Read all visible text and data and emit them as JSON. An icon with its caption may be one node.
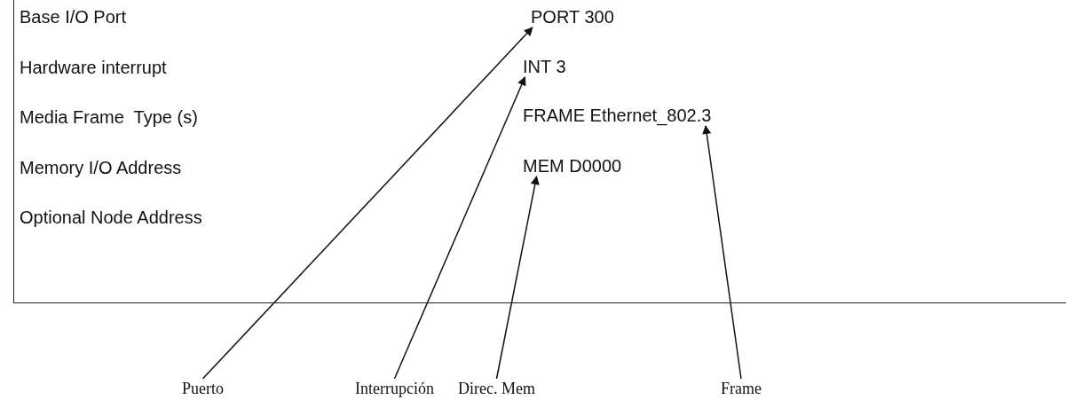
{
  "diagram": {
    "nodes": [
      {
        "text": [],
        "shape": "box"
      },
      {
        "text": [
          "PORT 300"
        ],
        "in": 0
      },
      {
        "text": [
          "INT 3"
        ],
        "in": 0
      },
      {
        "text": [
          "FRAME Ethernet_802.3"
        ],
        "in": 0
      },
      {
        "text": [
          "MEM D0000"
        ],
        "in": 0
      },
      {
        "text": [
          "Puerto"
        ]
      },
      {
        "text": [
          "Interrupción"
        ]
      },
      {
        "text": [
          "Direc. Mem"
        ]
      },
      {
        "text": [
          "Frame"
        ]
      }
    ],
    "edges": [
      {
        "from": 5,
        "to": 1,
        "arrow": "to"
      },
      {
        "from": 6,
        "to": 2,
        "arrow": "to"
      },
      {
        "from": 7,
        "to": 4,
        "arrow": "to"
      },
      {
        "from": 8,
        "to": 3,
        "arrow": "to"
      }
    ],
    "labels": [
      "Base I/O Port",
      "Hardware interrupt",
      "Media Frame  Type (s)",
      "Memory I/O Address",
      "Optional Node Address"
    ]
  }
}
